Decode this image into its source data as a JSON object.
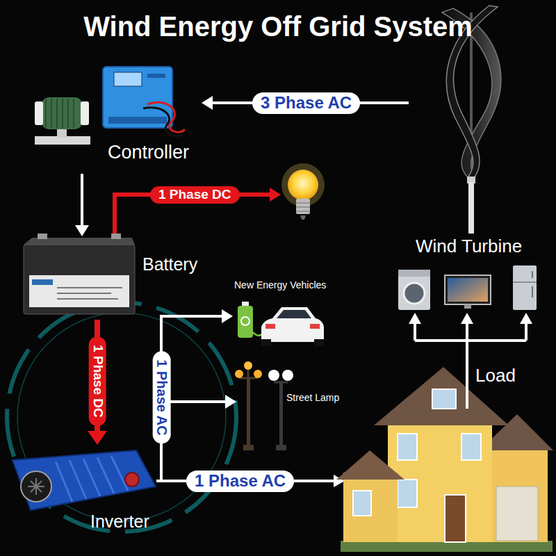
{
  "diagram": {
    "title": "Wind Energy Off Grid System",
    "nodes": [
      {
        "text": [
          "Controller"
        ]
      },
      {
        "text": [
          "Wind Turbine"
        ]
      },
      {
        "text": [
          "Battery"
        ]
      },
      {
        "text": [
          "New Energy Vehicles"
        ]
      },
      {
        "text": [
          "Street Lamp"
        ]
      },
      {
        "text": [
          "Inverter"
        ]
      }
    ],
    "edges": [
      {
        "from": 1,
        "to": 0,
        "label": "3 Phase AC",
        "arrow": "to"
      },
      {
        "from": 0,
        "to": 2,
        "arrow": "to"
      },
      {
        "from": 2,
        "to": 5,
        "label": "1 Phase DC",
        "arrow": "to"
      },
      {
        "from": 5,
        "to": 3,
        "label": "1 Phase AC",
        "arrow": "to"
      },
      {
        "from": 5,
        "to": 4,
        "arrow": "to"
      }
    ],
    "labels": [
      "1 Phase DC",
      "1 Phase AC",
      "Load"
    ]
  }
}
